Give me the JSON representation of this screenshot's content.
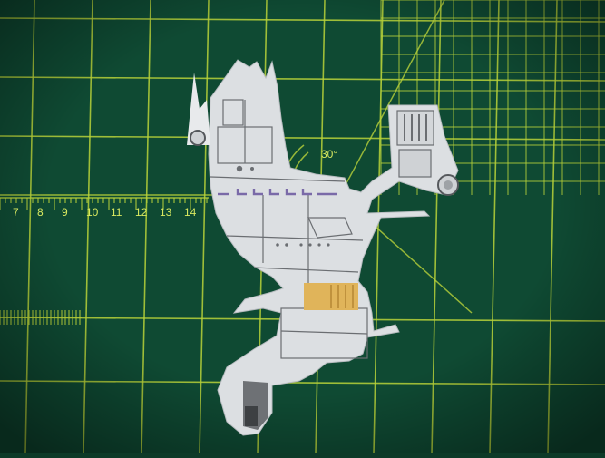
{
  "mat": {
    "background": "#0f4a33",
    "grid_color": "#b9d23a",
    "angle_label": "30°",
    "ruler_labels": [
      "7",
      "8",
      "9",
      "10",
      "11",
      "12",
      "13",
      "14"
    ]
  },
  "model": {
    "paper_color": "#dcdfe2",
    "line_color": "#6b6e72",
    "accent_color": "#7a6aa8",
    "panel_color": "#e0b45a"
  }
}
